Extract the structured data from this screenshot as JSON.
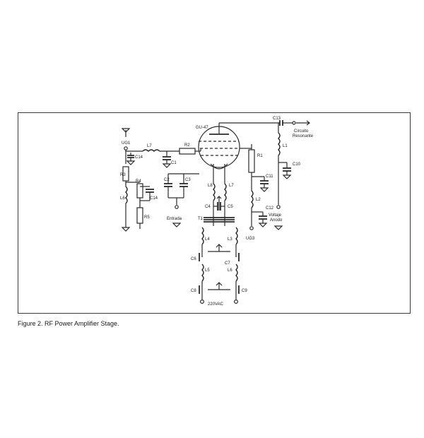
{
  "figure": {
    "caption": "Figure  2.  RF Power Amplifier Stage.",
    "labels": {
      "tube": "GU-47",
      "ug1": "UG1",
      "ug3": "UG3",
      "l7_top": "L7",
      "r2": "R2",
      "c13": "C13",
      "circuito": "Circuito",
      "resonante": "Resonante",
      "c14_top": "C14",
      "c1": "C1",
      "r1": "R1",
      "l1": "L1",
      "c10": "C10",
      "r3": "R3",
      "l6": "L6",
      "r4": "R4",
      "c14_mid": "C14",
      "r5": "R5",
      "c2": "C2",
      "c3": "C3",
      "entrada": "Entrada",
      "l8": "L8",
      "l7_mid": "L7",
      "c11": "C11",
      "l2": "L2",
      "c12": "C12",
      "c4": "C4",
      "c5": "C5",
      "t1": "T1",
      "voltaje": "Voltaje",
      "anodo": "Anodo",
      "l4": "L4",
      "l3": "L3",
      "c6": "C6",
      "c7": "C7",
      "l5": "L5",
      "l6b": "L6",
      "c8": "C8",
      "c9": "C9",
      "vac": "220VAC"
    }
  }
}
